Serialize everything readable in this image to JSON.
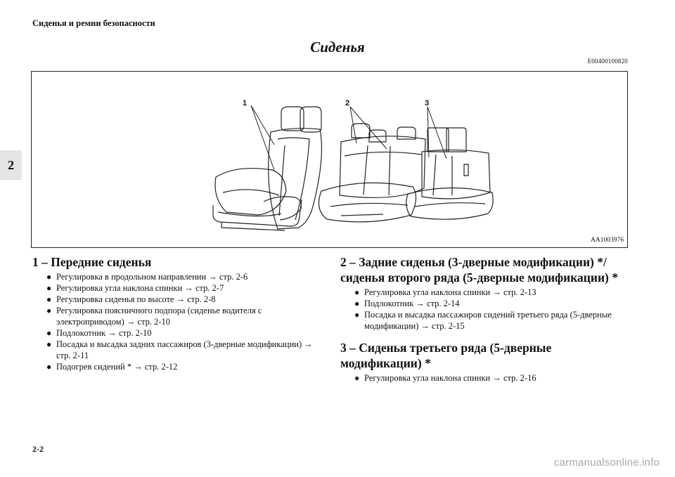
{
  "header": {
    "section_title": "Сиденья и ремни безопасности"
  },
  "chapter_tab": "2",
  "page": {
    "title": "Сиденья",
    "code": "E00400100820",
    "number": "2-2"
  },
  "figure": {
    "callouts": [
      "1",
      "2",
      "3"
    ],
    "image_id": "AA1003976"
  },
  "sections": [
    {
      "title": "1 – Передние сиденья",
      "items": [
        "Регулировка в продольном направлении → стр. 2-6",
        "Регулировка угла наклона спинки → стр. 2-7",
        "Регулировка сиденья по высоте → стр. 2-8",
        "Регулировка поясничного подпора (сиденье водителя с электроприводом) → стр. 2-10",
        "Подлокотник → стр. 2-10",
        "Посадка и высадка задних пассажиров (3-дверные модификации) → стр. 2-11",
        "Подогрев сидений * → стр. 2-12"
      ]
    },
    {
      "title": "2 – Задние сиденья (3-дверные модификации) */ сиденья второго ряда (5-дверные модификации) *",
      "items": [
        "Регулировка угла наклона спинки → стр. 2-13",
        "Подлокотник → стр. 2-14",
        "Посадка и высадка пассажиров сидений третьего ряда (5-дверные модификации) → стр. 2-15"
      ]
    },
    {
      "title": "3 – Сиденья третьего ряда (5-дверные модификации) *",
      "items": [
        "Регулировка угла наклона спинки → стр. 2-16"
      ]
    }
  ],
  "watermark": "carmanualsonline.info"
}
